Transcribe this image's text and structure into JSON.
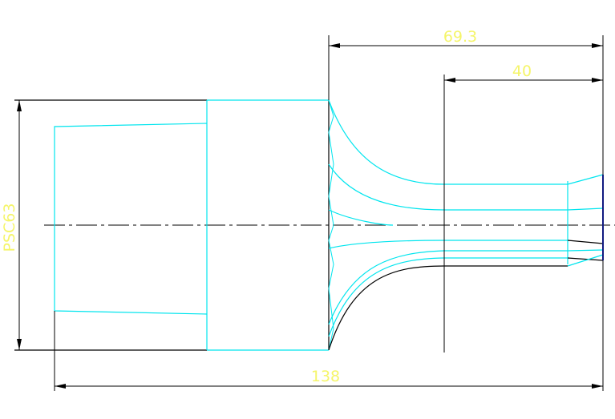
{
  "dimensions": {
    "length_69": "69.3",
    "length_40": "40",
    "diameter": "PSC63",
    "overall_length": "138"
  },
  "colors": {
    "outline": "#000000",
    "cyan": "#00e5ee",
    "blue": "#2233ff",
    "dimension_text": "#f5f56a"
  }
}
